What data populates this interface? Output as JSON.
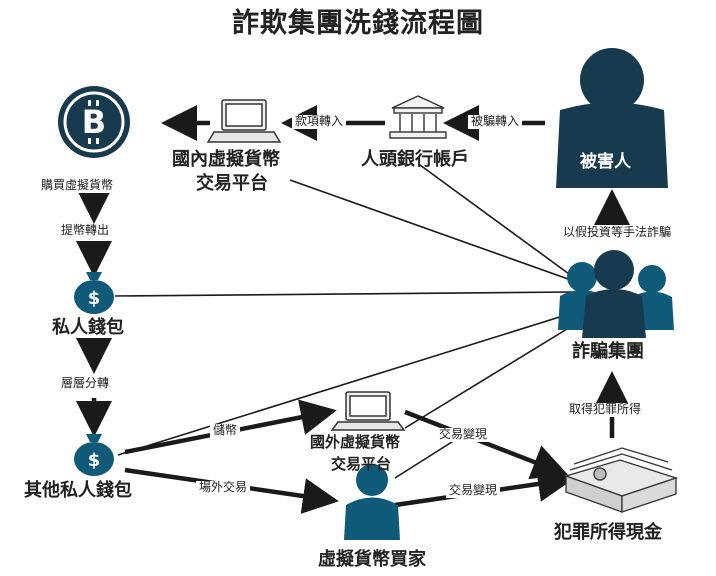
{
  "title": "詐欺集團洗錢流程圖",
  "colors": {
    "teal": "#0e5a78",
    "navy": "#173a4e",
    "line": "#1a1a1a"
  },
  "nodes": {
    "victim": "被害人",
    "fraud_group": "詐騙集團",
    "mule_account": "人頭銀行帳戶",
    "domestic_platform": [
      "國內虛擬貨幣",
      "交易平台"
    ],
    "bitcoin": "bitcoin-icon",
    "private_wallet": "私人錢包",
    "other_wallets": "其他私人錢包",
    "foreign_platform": [
      "國外虛擬貨幣",
      "交易平台"
    ],
    "crypto_buyer": "虛擬貨幣買家",
    "criminal_cash": "犯罪所得現金"
  },
  "edges": {
    "scam": "以假投資等手法詐騙",
    "defrauded_transfer": "被騙轉入",
    "fund_transfer": "款項轉入",
    "buy_crypto": "購買虛擬貨幣",
    "withdraw": "提幣轉出",
    "layering": "層層分轉",
    "deposit": "儲幣",
    "otc_trade": "場外交易",
    "cash_out_platform": "交易變現",
    "cash_out_buyer": "交易變現",
    "obtain_proceeds": "取得犯罪所得"
  }
}
